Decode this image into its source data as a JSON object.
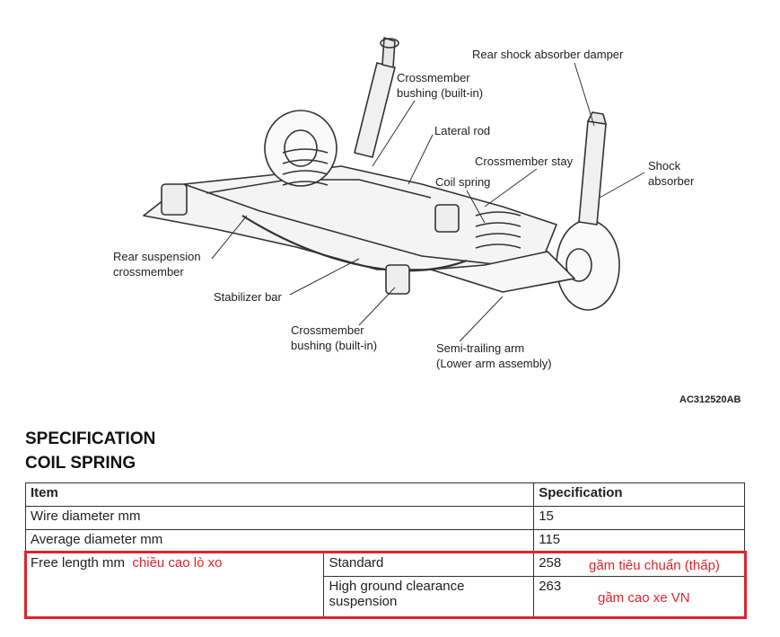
{
  "diagram": {
    "labels": {
      "rear_shock_damper": "Rear shock absorber damper",
      "crossmember_bushing_top_1": "Crossmember",
      "crossmember_bushing_top_2": "bushing (built-in)",
      "lateral_rod": "Lateral rod",
      "crossmember_stay": "Crossmember stay",
      "coil_spring": "Coil spring",
      "shock_absorber_1": "Shock",
      "shock_absorber_2": "absorber",
      "rear_susp_crossmember_1": "Rear suspension",
      "rear_susp_crossmember_2": "crossmember",
      "stabilizer_bar": "Stabilizer bar",
      "crossmember_bushing_bottom_1": "Crossmember",
      "crossmember_bushing_bottom_2": "bushing (built-in)",
      "semi_trailing_arm_1": "Semi-trailing arm",
      "semi_trailing_arm_2": "(Lower arm assembly)"
    },
    "code": "AC312520AB"
  },
  "heading1": "SPECIFICATION",
  "heading2": "COIL SPRING",
  "table": {
    "header": {
      "item": "Item",
      "spec": "Specification"
    },
    "rows": [
      {
        "item": "Wire diameter mm",
        "value": "15"
      },
      {
        "item": "Average diameter mm",
        "value": "115"
      }
    ],
    "free_length": {
      "item": "Free length mm",
      "note": "chiều cao lò xo",
      "standard_label": "Standard",
      "standard_value": "258",
      "standard_note": "gầm tiêu chuẩn (thấp)",
      "high_label": "High ground clearance suspension",
      "high_value": "263",
      "high_note": "gầm cao xe VN"
    }
  },
  "colors": {
    "annotation": "#e0242c",
    "line": "#333333"
  }
}
